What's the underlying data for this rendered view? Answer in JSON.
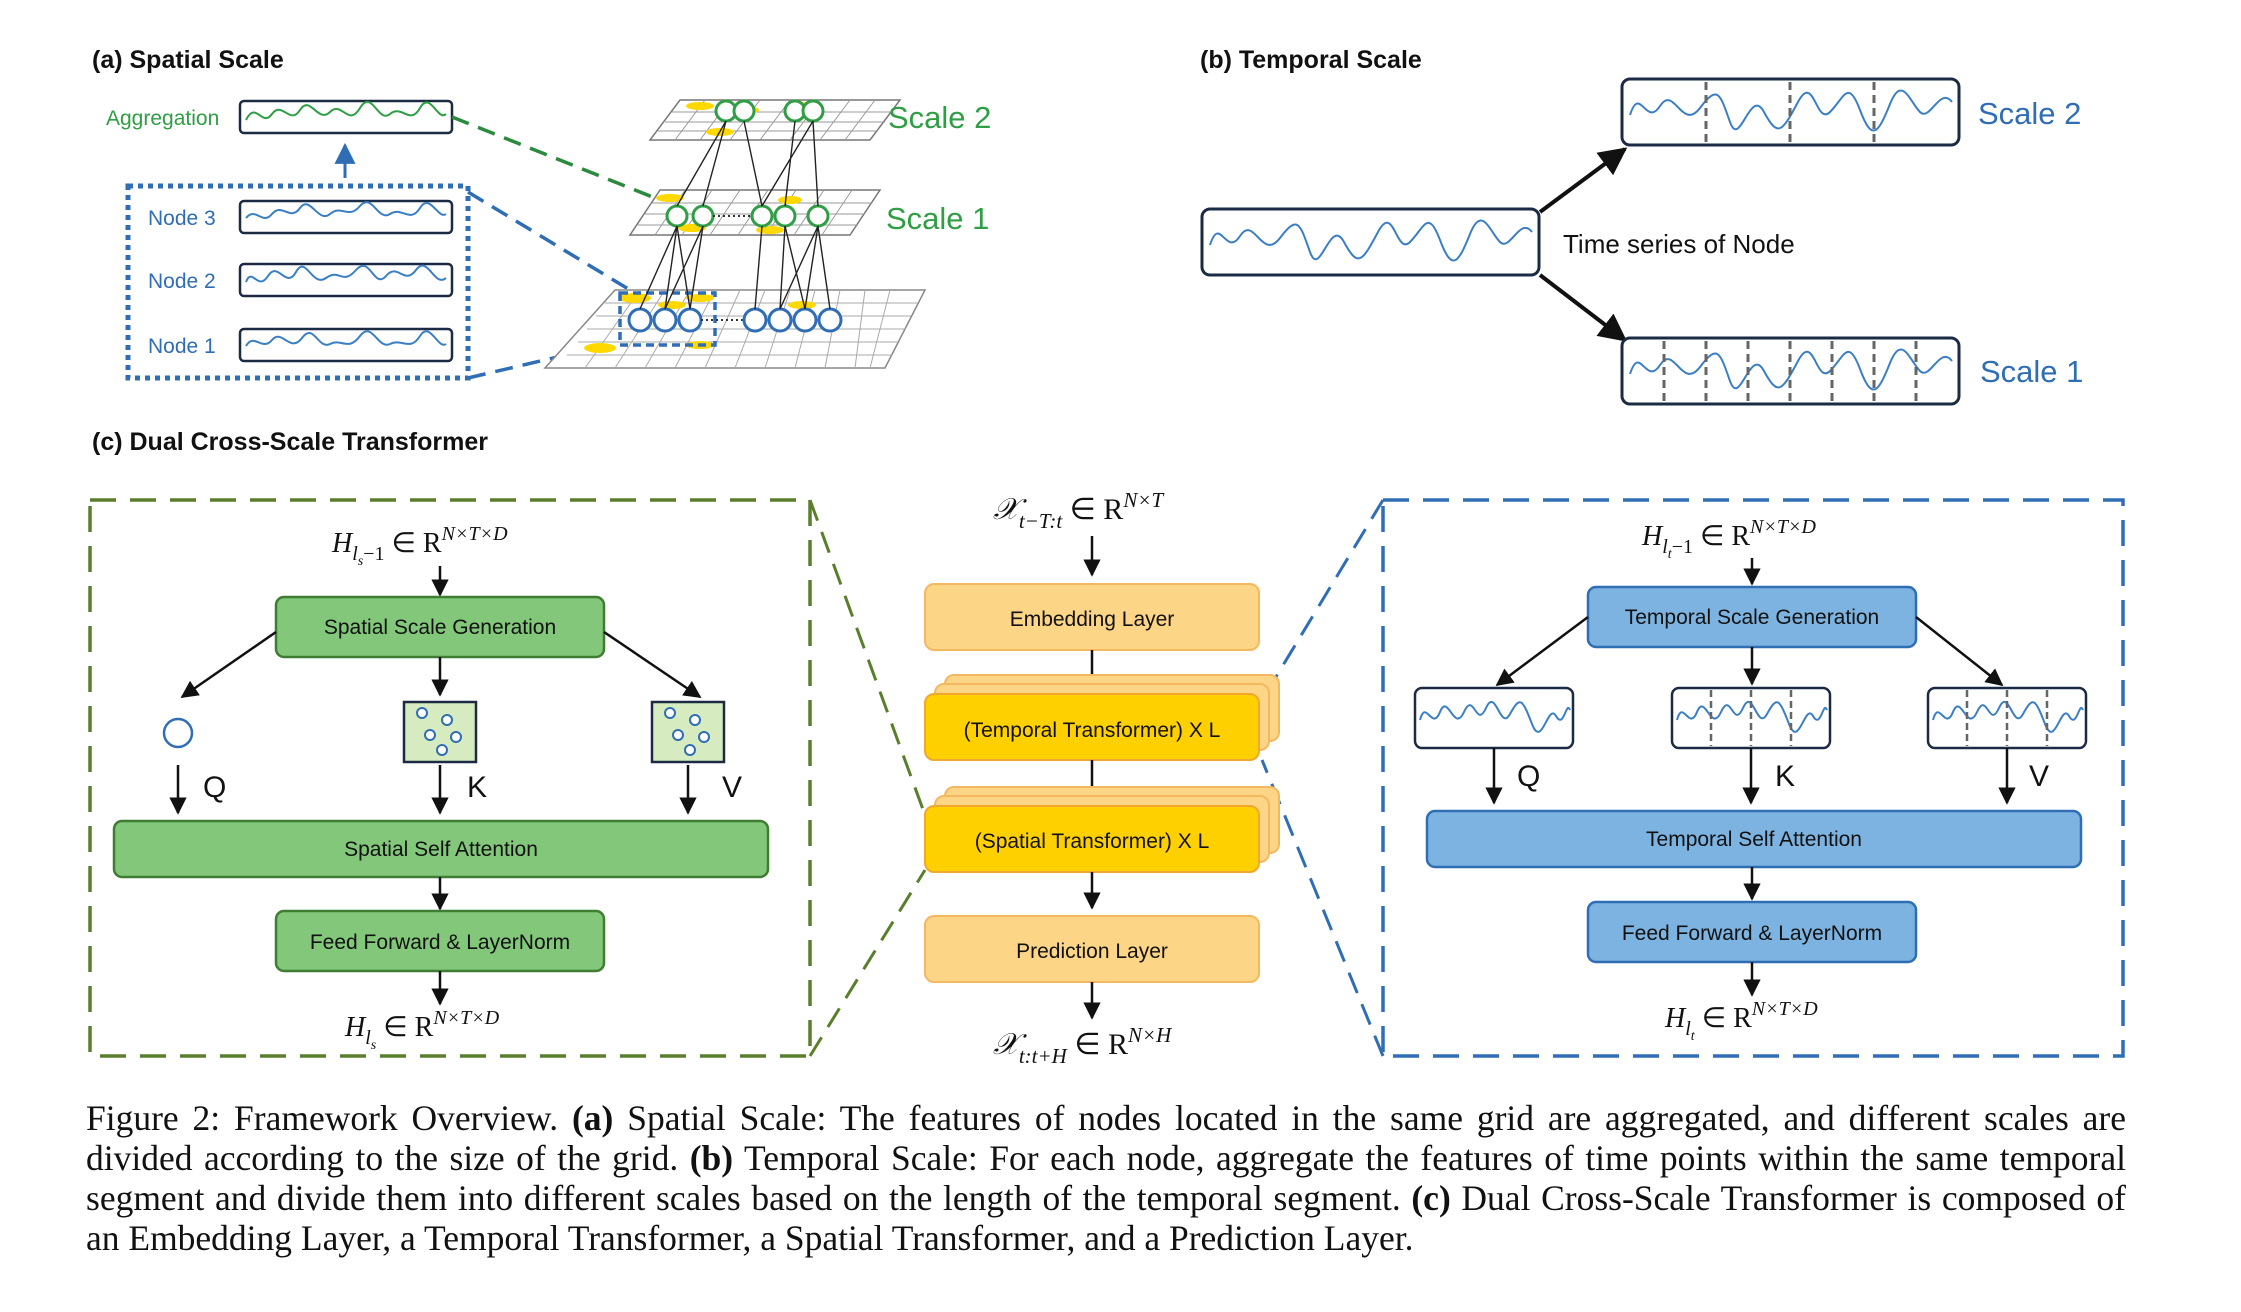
{
  "colors": {
    "green": "#2f9e44",
    "green_fill": "#82c77a",
    "green_dash": "#2b8a3e",
    "blue": "#2f6eb5",
    "blue_fill": "#7db3e0",
    "orange_light": "#fdd587",
    "yellow": "#ffd000",
    "olive_dash": "#5a7f2b",
    "wave": "#3a7fc4",
    "dark": "#1c2b44"
  },
  "panel_a": {
    "title": "(a) Spatial Scale",
    "aggregation_label": "Aggregation",
    "nodes": [
      "Node 3",
      "Node 2",
      "Node 1"
    ],
    "scale2_label": "Scale 2",
    "scale1_label": "Scale 1"
  },
  "panel_b": {
    "title": "(b) Temporal Scale",
    "series_label": "Time series of Node",
    "scale2_label": "Scale 2",
    "scale1_label": "Scale 1"
  },
  "panel_c": {
    "title": "(c) Dual Cross-Scale Transformer",
    "spatial": {
      "input_math": {
        "base": "H",
        "sub": "l",
        "subsub": "s",
        "subtail": "−1",
        "in": " ∈ R",
        "sup": "N×T×D"
      },
      "generation": "Spatial Scale Generation",
      "q": "Q",
      "k": "K",
      "v": "V",
      "attention": "Spatial Self Attention",
      "ffn": "Feed Forward & LayerNorm",
      "output_math": {
        "base": "H",
        "sub": "l",
        "subsub": "s",
        "in": " ∈ R",
        "sup": "N×T×D"
      }
    },
    "center": {
      "input_math": {
        "base": "𝒳",
        "sub": "t−T:t",
        "in": " ∈ R",
        "sup": "N×T"
      },
      "embedding": "Embedding Layer",
      "temporal_block": "(Temporal Transformer) X L",
      "spatial_block": "(Spatial Transformer) X L",
      "prediction": "Prediction Layer",
      "output_math": {
        "base": "𝒳",
        "sub": "t:t+H",
        "in": " ∈ R",
        "sup": "N×H"
      }
    },
    "temporal": {
      "input_math": {
        "base": "H",
        "sub": "l",
        "subsub": "t",
        "subtail": "−1",
        "in": " ∈ R",
        "sup": "N×T×D"
      },
      "generation": "Temporal Scale Generation",
      "q": "Q",
      "k": "K",
      "v": "V",
      "attention": "Temporal Self Attention",
      "ffn": "Feed Forward & LayerNorm",
      "output_math": {
        "base": "H",
        "sub": "l",
        "subsub": "t",
        "in": " ∈ R",
        "sup": "N×T×D"
      }
    }
  },
  "caption": {
    "figure": "Figure 2:",
    "title": "Framework Overview.",
    "a_tag": "(a)",
    "a_text": "Spatial Scale: The features of nodes located in the same grid are aggregated, and different scales are divided according to the size of the grid.",
    "b_tag": "(b)",
    "b_text": "Temporal Scale: For each node, aggregate the features of time points within the same temporal segment and divide them into different scales based on the length of the temporal segment.",
    "c_tag": "(c)",
    "c_text": "Dual Cross-Scale Transformer is composed of an Embedding Layer, a Temporal Transformer, a Spatial Transformer, and a Prediction Layer."
  }
}
